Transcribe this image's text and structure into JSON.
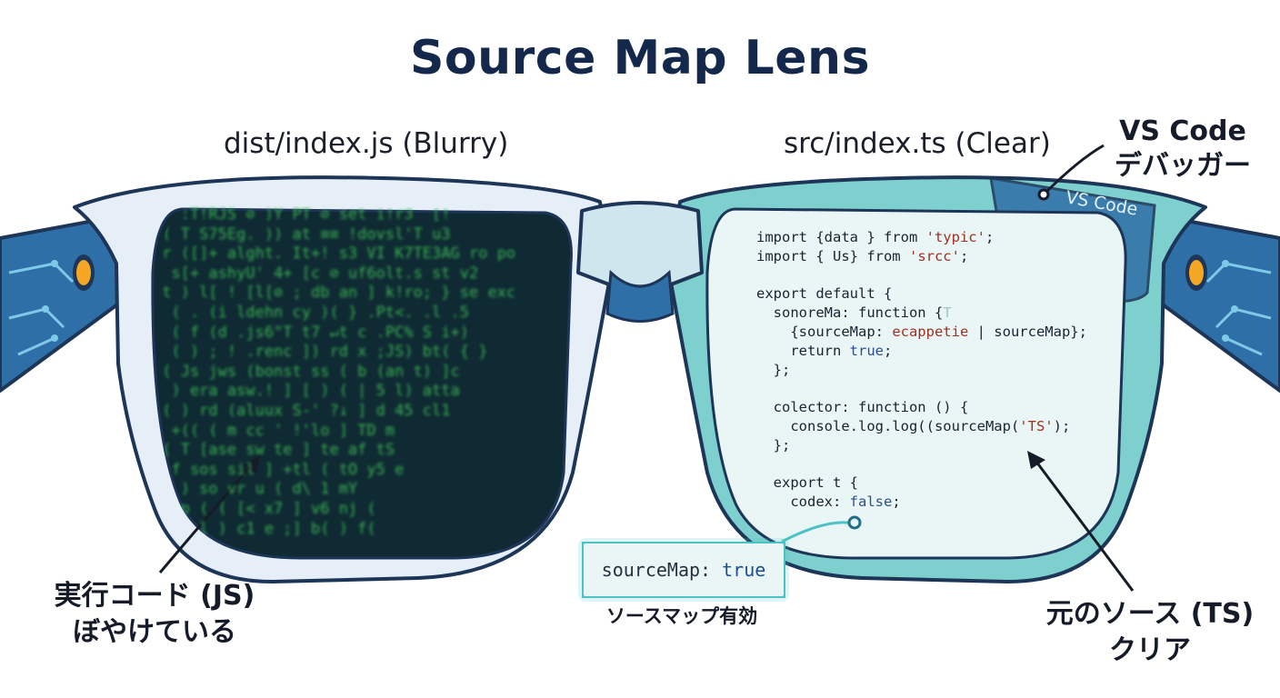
{
  "title": "Source Map Lens",
  "left_lens": {
    "label": "dist/index.js (Blurry)",
    "callout_line1": "実行コード (JS)",
    "callout_line2": "ぼやけている",
    "blurred_code": [
      "   :T!RJS ⊘ )Y PT ⊘ set i!r3  [!",
      " ( T S75Eg. )) at ≡≡ !dovsl'T u3",
      " r ([]+ alght. It+! s3 VI K7TE3AG ro po",
      "  s[+ ashyU' 4+ [c ⊘ uf6olt.s st v2",
      " t ) l[ ! [l[⊘ ; db an ] k!ro; } se exc",
      "  ( . (i ldehn cy )( } .Pt<. .l .5 ",
      "  ( f (d .js6\"T t7 ↵t c .PC% S i+) ",
      "  ( ) ; ! .renc ]) rd x ;JS) bt( { }",
      " ( Js jws (bonst ss ( b (an t) ]c ",
      "  ) era asw.! ] [ ) ( | 5 l) attа",
      " ( ) rd (aluux S-' ?↓ ] d 45 cl1",
      "  +(( ( m cc ' !'lo ] TD m ",
      " ( T [ase sw te ] te af tS",
      "  f sos sil ] +tl ( tO y5 e",
      " ( ) so vr u ( d\\ 1 mY ",
      "  rp ( ( [< x7 ] v6 nj ( ",
      "  |( l ) c1 e ;] b( ) f( "
    ]
  },
  "right_lens": {
    "label": "src/index.ts (Clear)",
    "callout_line1": "元のソース (TS)",
    "callout_line2": "クリア",
    "code_lines": [
      [
        {
          "t": "import {data } from "
        },
        {
          "t": "'typic'",
          "c": "str"
        },
        {
          "t": ";"
        }
      ],
      [
        {
          "t": "import { Us} from "
        },
        {
          "t": "'srcc'",
          "c": "str"
        },
        {
          "t": ";"
        }
      ],
      [
        {
          "t": ""
        }
      ],
      [
        {
          "t": "export default {"
        }
      ],
      [
        {
          "t": "  sonoreMa: function {"
        },
        {
          "t": "T",
          "c": "ghost"
        }
      ],
      [
        {
          "t": "    {sourceMap: "
        },
        {
          "t": "ecappetie",
          "c": "str"
        },
        {
          "t": " | sourceMap};"
        }
      ],
      [
        {
          "t": "    return "
        },
        {
          "t": "true",
          "c": "kwd"
        },
        {
          "t": ";"
        }
      ],
      [
        {
          "t": "  };"
        }
      ],
      [
        {
          "t": ""
        }
      ],
      [
        {
          "t": "  colector: function () {"
        }
      ],
      [
        {
          "t": "    console.log.log((sourceMap("
        },
        {
          "t": "'TS'",
          "c": "str"
        },
        {
          "t": ");"
        }
      ],
      [
        {
          "t": "  };"
        }
      ],
      [
        {
          "t": ""
        }
      ],
      [
        {
          "t": "  export t {"
        }
      ],
      [
        {
          "t": "    codex: "
        },
        {
          "t": "false",
          "c": "kwd"
        },
        {
          "t": ";"
        }
      ]
    ]
  },
  "vscode": {
    "label_line1": "VS Code",
    "label_line2": "デバッガー",
    "chip_text": "VS Code"
  },
  "source_map_setting": {
    "key": "sourceMap:",
    "value": "true",
    "caption": "ソースマップ有効"
  },
  "colors": {
    "title": "#14284b",
    "frame_left": "#e6eef7",
    "frame_right": "#7ed0cf",
    "frame_outline": "#1d3557",
    "temple": "#2f6fa8",
    "left_lens_bg": "#0f2a33",
    "matrix_text": "#3fbf55",
    "right_lens_bg": "#eaf6f6",
    "accent": "#4cc2c4",
    "led": "#f5a623"
  }
}
